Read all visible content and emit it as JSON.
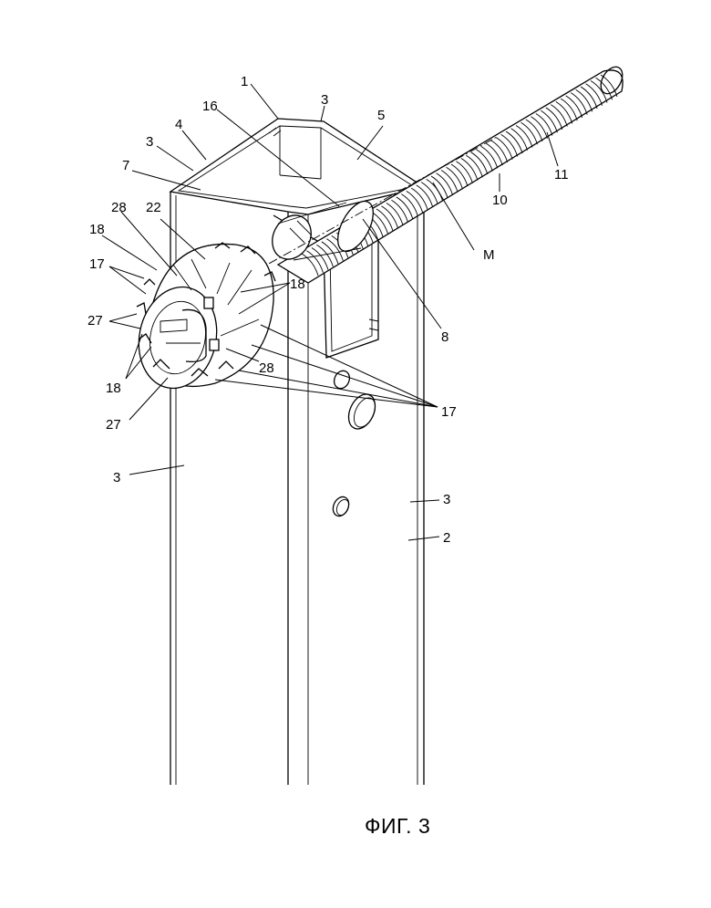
{
  "figure": {
    "caption": "ФИГ. 3",
    "labels": {
      "l1": "1",
      "l3a": "3",
      "l16": "16",
      "l4": "4",
      "l5": "5",
      "l3b": "3",
      "l7": "7",
      "l11": "11",
      "l28a": "28",
      "l22": "22",
      "l10": "10",
      "l18a": "18",
      "lM": "M",
      "l17a": "17",
      "l18b": "18",
      "l27a": "27",
      "l8": "8",
      "l28b": "28",
      "l18c": "18",
      "l17b": "17",
      "l27b": "27",
      "l3c": "3",
      "l3d": "3",
      "l2": "2"
    }
  }
}
